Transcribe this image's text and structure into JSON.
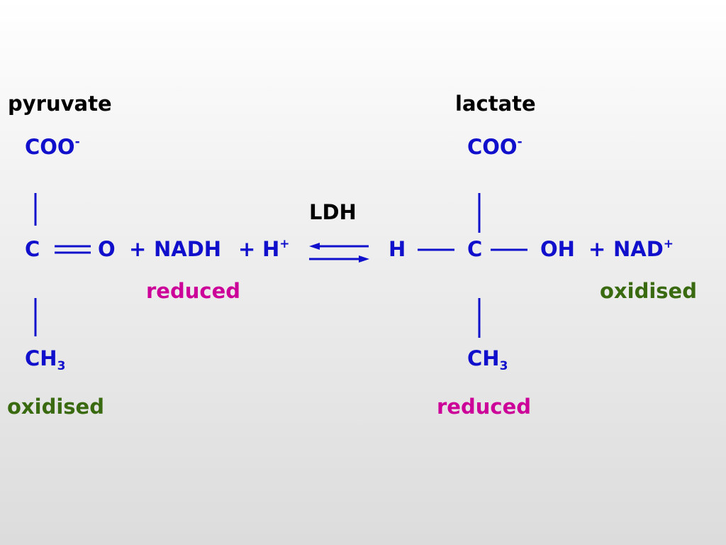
{
  "pyruvate": {
    "name": "pyruvate",
    "top_group": "COO",
    "top_charge": "-",
    "carbon": "C",
    "oxygen": "O",
    "bottom_group": "CH",
    "bottom_sub": "3",
    "state": "oxidised"
  },
  "cofactor_left": {
    "plus1": "+",
    "nadh": "NADH",
    "plus2": "+",
    "h": "H",
    "h_charge": "+",
    "state": "reduced"
  },
  "enzyme": "LDH",
  "lactate": {
    "name": "lactate",
    "top_group": "COO",
    "top_charge": "-",
    "h": "H",
    "carbon": "C",
    "oh": "OH",
    "bottom_group": "CH",
    "bottom_sub": "3",
    "state": "reduced"
  },
  "cofactor_right": {
    "plus": "+",
    "nad": "NAD",
    "nad_charge": "+",
    "state": "oxidised"
  },
  "colors": {
    "structure": "#1010cc",
    "reduced": "#cc0099",
    "oxidised": "#3a6a10",
    "label": "#000000"
  }
}
